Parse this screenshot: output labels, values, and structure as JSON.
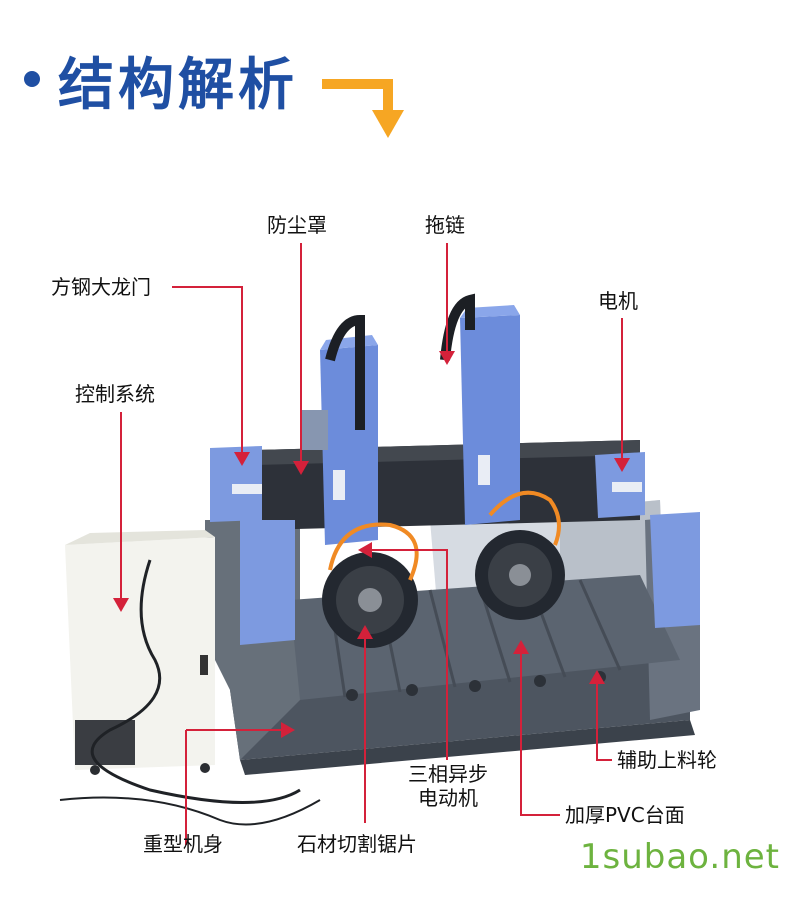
{
  "header": {
    "title": "结构解析"
  },
  "labels": {
    "dust_cover": "防尘罩",
    "drag_chain": "拖链",
    "gantry": "方钢大龙门",
    "motor": "电机",
    "control_system": "控制系统",
    "aux_wheel": "辅助上料轮",
    "async_motor_line1": "三相异步",
    "async_motor_line2": "电动机",
    "pvc_table": "加厚PVC台面",
    "heavy_body": "重型机身",
    "saw_blade": "石材切割锯片"
  },
  "watermark": "1subao.net",
  "colors": {
    "accent": "#1f4fa3",
    "arrow_orange": "#f6a623",
    "callout_red": "#d4213a",
    "machine_blue": "#6d8fd6"
  }
}
